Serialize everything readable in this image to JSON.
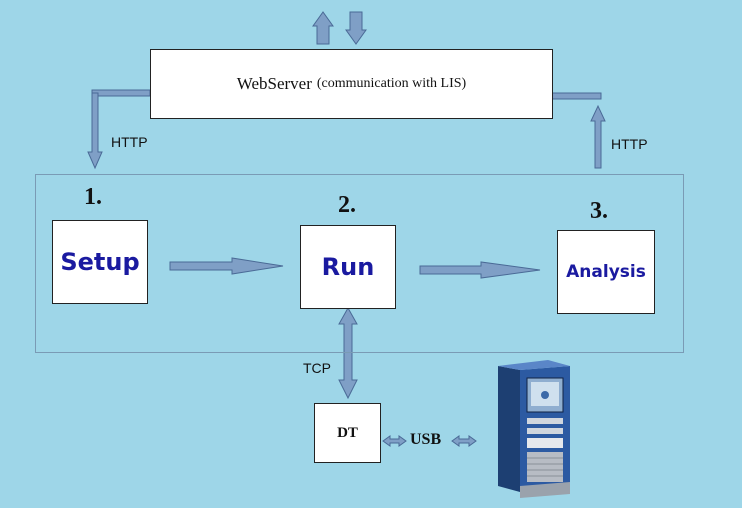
{
  "webserver": {
    "title": "WebServer",
    "subtitle": "(communication with LIS)"
  },
  "links": {
    "http_left": "HTTP",
    "http_right": "HTTP",
    "tcp": "TCP",
    "usb": "USB"
  },
  "steps": [
    {
      "number": "1.",
      "label": "Setup"
    },
    {
      "number": "2.",
      "label": "Run"
    },
    {
      "number": "3.",
      "label": "Analysis"
    }
  ],
  "device": {
    "label": "DT"
  },
  "colors": {
    "background": "#9ed6e8",
    "arrow_fill": "#7f9fc6",
    "arrow_stroke": "#4a6a96",
    "step_text": "#1a1aa0"
  }
}
